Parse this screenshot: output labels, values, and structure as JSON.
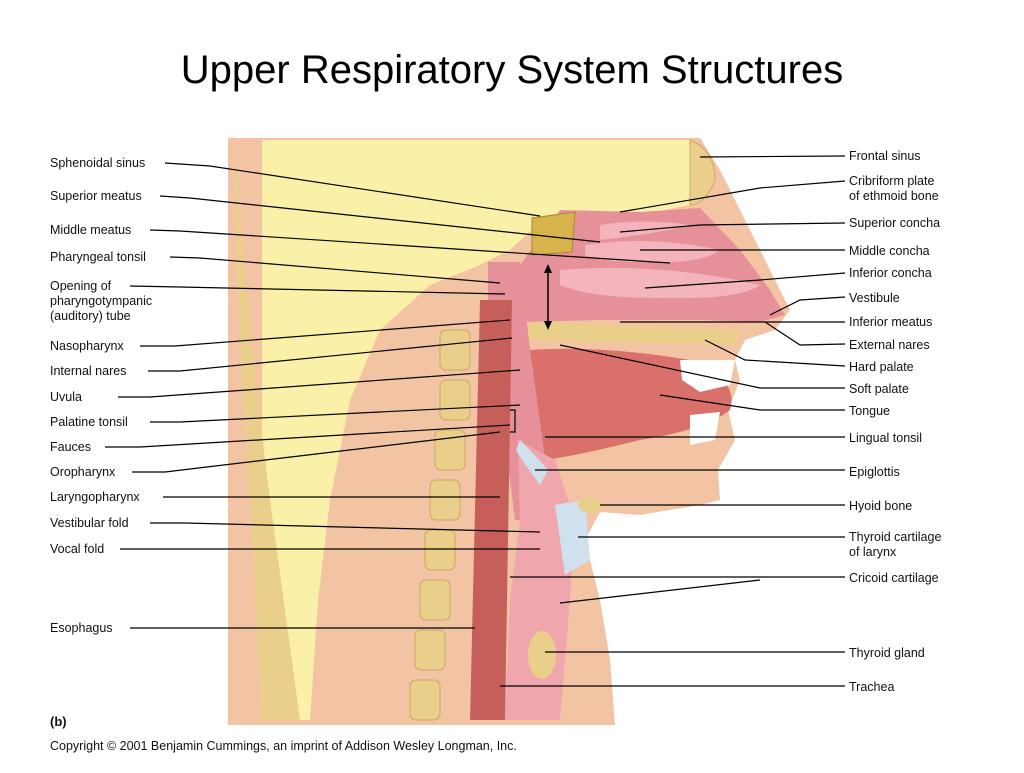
{
  "title": "Upper Respiratory System Structures",
  "panel_label": "(b)",
  "copyright": "Copyright © 2001 Benjamin Cummings, an imprint of Addison Wesley Longman, Inc.",
  "labels": {
    "left": {
      "sphenoidal_sinus": "Sphenoidal sinus",
      "superior_meatus": "Superior meatus",
      "middle_meatus": "Middle meatus",
      "pharyngeal_tonsil": "Pharyngeal tonsil",
      "opening_line1": "Opening of",
      "opening_line2": "pharyngotympanic",
      "opening_line3": "(auditory) tube",
      "nasopharynx": "Nasopharynx",
      "internal_nares": "Internal nares",
      "uvula": "Uvula",
      "palatine_tonsil": "Palatine tonsil",
      "fauces": "Fauces",
      "oropharynx": "Oropharynx",
      "laryngopharynx": "Laryngopharynx",
      "vestibular_fold": "Vestibular fold",
      "vocal_fold": "Vocal fold",
      "esophagus": "Esophagus"
    },
    "right": {
      "frontal_sinus": "Frontal sinus",
      "cribriform_line1": "Cribriform plate",
      "cribriform_line2": "of ethmoid bone",
      "superior_concha": "Superior concha",
      "middle_concha": "Middle concha",
      "inferior_concha": "Inferior concha",
      "vestibule": "Vestibule",
      "inferior_meatus": "Inferior meatus",
      "external_nares": "External nares",
      "hard_palate": "Hard palate",
      "soft_palate": "Soft palate",
      "tongue": "Tongue",
      "lingual_tonsil": "Lingual tonsil",
      "epiglottis": "Epiglottis",
      "hyoid_bone": "Hyoid bone",
      "thyroid_line1": "Thyroid cartilage",
      "thyroid_line2": "of larynx",
      "cricoid_cartilage": "Cricoid cartilage",
      "thyroid_gland": "Thyroid gland",
      "trachea": "Trachea"
    }
  },
  "colors": {
    "skin": "#f2c4a4",
    "skin_dark": "#e8a988",
    "brain": "#fbf0a8",
    "bone": "#e9cf8a",
    "mucosa": "#e6909a",
    "muscle": "#d9706a",
    "cartilage": "#cfe0ee",
    "leader": "#000000"
  }
}
